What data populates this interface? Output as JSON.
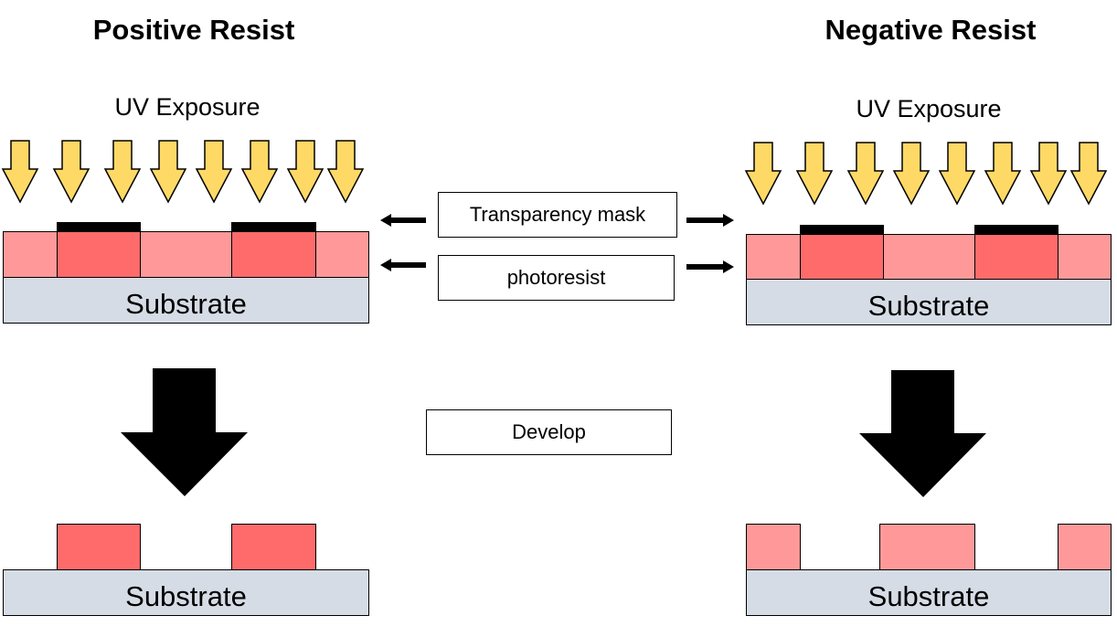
{
  "positive": {
    "title": "Positive Resist",
    "uv_label": "UV Exposure",
    "substrate_label": "Substrate",
    "result_substrate_label": "Substrate"
  },
  "negative": {
    "title": "Negative Resist",
    "uv_label": "UV Exposure",
    "substrate_label": "Substrate",
    "result_substrate_label": "Substrate"
  },
  "legend": {
    "mask_label": "Transparency mask",
    "photoresist_label": "photoresist",
    "develop_label": "Develop"
  },
  "colors": {
    "resist_unexposed": "#ff9999",
    "resist_exposed": "#ff6b6b",
    "substrate": "#d6dce5",
    "uv_arrow": "#ffd966",
    "mask": "#000000"
  }
}
